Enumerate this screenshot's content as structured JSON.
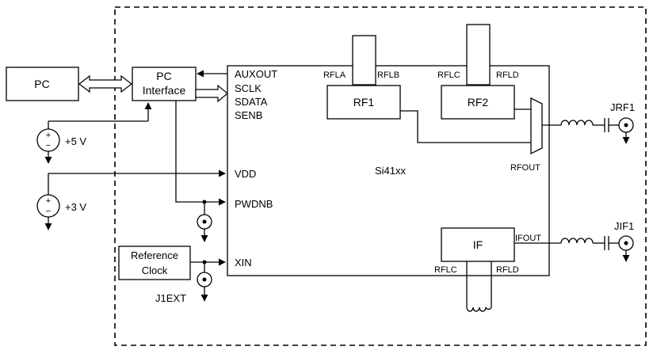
{
  "blocks": {
    "pc": "PC",
    "pc_interface": [
      "PC",
      "Interface"
    ],
    "reference_clock": [
      "Reference",
      "Clock"
    ],
    "chip": "Si41xx",
    "rf1": "RF1",
    "rf2": "RF2",
    "if": "IF"
  },
  "chip_pins": {
    "auxout": "AUXOUT",
    "sclk": "SCLK",
    "sdata": "SDATA",
    "senb": "SENB",
    "vdd": "VDD",
    "pwdnb": "PWDNB",
    "xin": "XIN",
    "rfla": "RFLA",
    "rflb": "RFLB",
    "rflc_top": "RFLC",
    "rfld_top": "RFLD",
    "rfout": "RFOUT",
    "ifout": "IFOUT",
    "rflc_bottom": "RFLC",
    "rfld_bottom": "RFLD"
  },
  "supplies": {
    "v5": "+5 V",
    "v3": "+3 V",
    "plus": "+",
    "minus": "−"
  },
  "connectors": {
    "jrf1": "JRF1",
    "jif1": "JIF1",
    "j1ext": "J1EXT"
  }
}
